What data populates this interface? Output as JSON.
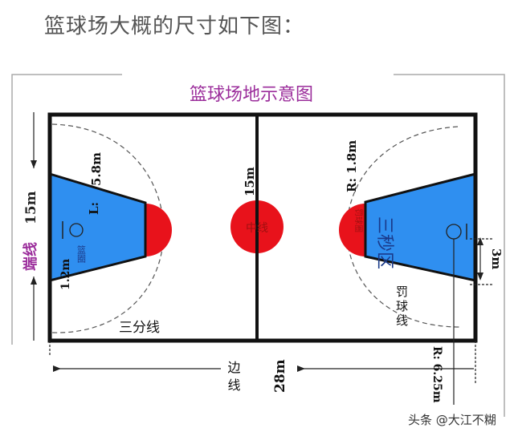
{
  "heading": "篮球场大概的尺寸如下图：",
  "diagram": {
    "title": "篮球场地示意图",
    "end_line_label": "端线",
    "width_label": "15m",
    "key_side_label": "5.8m",
    "key_label": "L:",
    "hoop_label": "篮圈",
    "hoop_offset_label": "1.2m",
    "three_point_label": "三分线",
    "center_width_label": "15m",
    "center_line_label": "中线",
    "radius_label": "R: 1.8m",
    "free_throw_circle_label": "罚球圈",
    "three_second_label": "三秒区",
    "free_throw_line_label": "罚球线",
    "key_width_label": "3m",
    "side_line_label": "边线",
    "length_label": "28m",
    "three_point_radius_label": "R: 6.25m",
    "colors": {
      "key": "#2f8ff0",
      "circle": "#e8121b",
      "title": "#9b2d9b",
      "line": "#111111"
    }
  },
  "watermark": "头条 @大江不糊"
}
